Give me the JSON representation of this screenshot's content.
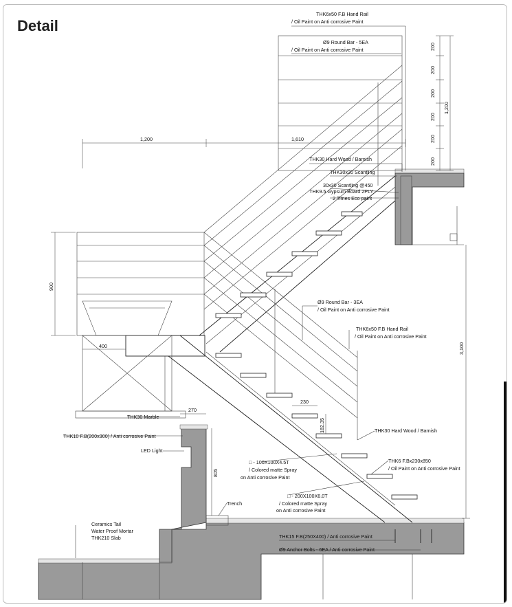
{
  "title": "Detail",
  "labels": {
    "handrail_top_1": "THK6x50 F.B Hand Rail",
    "handrail_top_2": "/ Oil Paint on Anti corrosive Paint",
    "roundbar5_1": "Ø9 Round Bar - 5EA",
    "roundbar5_2": "/ Oil Paint on Anti corrosive Paint",
    "hardwood_top": "THK30 Hard Wood / Barnish",
    "scantling_top": "THK30x20 Scantling",
    "scantling_450": "30x30 Scantling @450",
    "gypsum": "THK9.5 Gypsum Board 2PLY",
    "eco_paint": "2 Times Eco paint",
    "roundbar3_1": "Ø9 Round Bar - 3EA",
    "roundbar3_2": "/ Oil Paint on Anti corrosive Paint",
    "handrail_mid_1": "THK6x50 F.B Hand Rail",
    "handrail_mid_2": "/ Oil Paint on Anti corrosive Paint",
    "marble": "THK30 Marble",
    "fb_200x300": "THK10 F.B(200x300) / Anti corrosive Paint",
    "led": "LED Light",
    "hardwood_low": "THK30 Hard Wood / Barnish",
    "fb_230x850_1": "THK6 F.Bx230x850",
    "fb_230x850_2": "/ Oil Paint on Anti corrosive Paint",
    "pipe100_1": "□ - 100X100X4.5T",
    "pipe100_2": "/ Colored matte Spray",
    "pipe100_3": "on Anti corrosive Paint",
    "pipe200_1": "□ - 200X100X6.0T",
    "pipe200_2": "/ Colored matte Spray",
    "pipe200_3": "on Anti corrosive Paint",
    "trench": "Trench",
    "ceramics": "Ceramics Tail",
    "waterproof": "Water Proof Mortar",
    "slab": "THK210 Slab",
    "fb_250x400": "THK15 F.B(250X400) / Anti corrosive Paint",
    "anchor": "Ø9 Anchor Bolts - 6EA / Anti corrosive Paint"
  },
  "dimensions": {
    "d1200_horizontal": "1,200",
    "d1610": "1,610",
    "d200_1": "200",
    "d200_2": "200",
    "d200_3": "200",
    "d200_4": "200",
    "d200_5": "200",
    "d200_6": "200",
    "d1200_vertical": "1,200",
    "d900": "900",
    "d400": "400",
    "d3100": "3,100",
    "d230": "230",
    "d182": "182.35",
    "d270": "270",
    "d805": "805"
  }
}
